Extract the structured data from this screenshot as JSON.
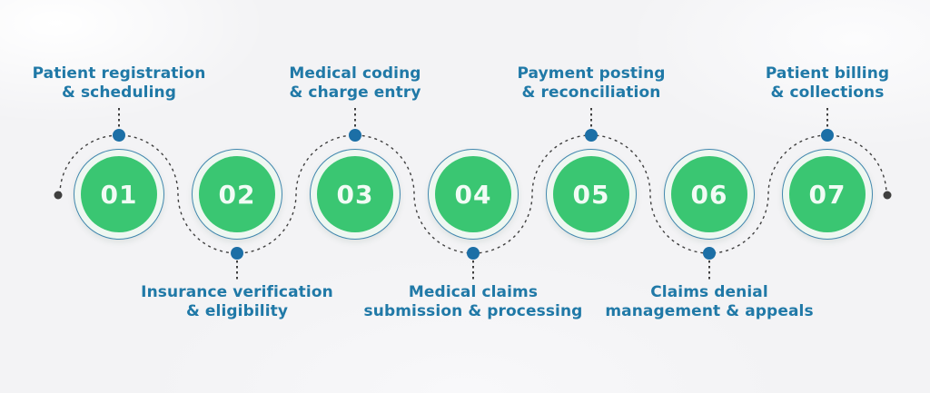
{
  "diagram": {
    "steps": [
      {
        "number": "01",
        "lines": [
          "Patient registration",
          "& scheduling"
        ],
        "label_position": "top"
      },
      {
        "number": "02",
        "lines": [
          "Insurance verification",
          "& eligibility"
        ],
        "label_position": "bottom"
      },
      {
        "number": "03",
        "lines": [
          "Medical coding",
          "& charge entry"
        ],
        "label_position": "top"
      },
      {
        "number": "04",
        "lines": [
          "Medical claims",
          "submission & processing"
        ],
        "label_position": "bottom"
      },
      {
        "number": "05",
        "lines": [
          "Payment posting",
          "& reconciliation"
        ],
        "label_position": "top"
      },
      {
        "number": "06",
        "lines": [
          "Claims denial",
          "management & appeals"
        ],
        "label_position": "bottom"
      },
      {
        "number": "07",
        "lines": [
          "Patient billing",
          "& collections"
        ],
        "label_position": "top"
      }
    ],
    "colors": {
      "circle_fill": "#3ac672",
      "circle_ring": "#4187ae",
      "circle_gap": "#eef7f1",
      "number_text": "#f1fbf5",
      "label_text": "#2079a7",
      "connector_line": "#3f3f3f",
      "node_dot": "#1c6fa6",
      "end_dot": "#3f3f3f",
      "background": "#f3f3f5"
    }
  }
}
